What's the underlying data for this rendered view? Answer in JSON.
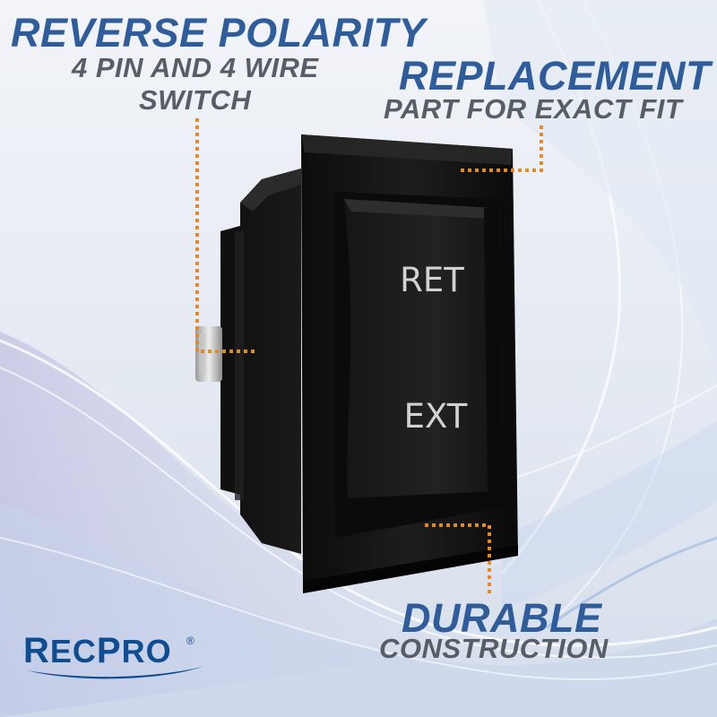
{
  "callouts": {
    "reverse": {
      "title": "REVERSE POLARITY",
      "line1": "4 PIN AND 4 WIRE",
      "line2": "SWITCH"
    },
    "replacement": {
      "title": "REPLACEMENT",
      "subtitle": "PART FOR EXACT FIT"
    },
    "durable": {
      "title": "DURABLE",
      "subtitle": "CONSTRUCTION"
    }
  },
  "switch": {
    "top_label": "RET",
    "bottom_label": "EXT"
  },
  "brand": {
    "name_cap_1": "R",
    "name_rest_1": "EC",
    "name_cap_2": "P",
    "name_rest_2": "RO",
    "reg_mark": "®"
  },
  "colors": {
    "title_blue": "#2f5d9c",
    "subtitle_gray": "#585e66",
    "leader_orange": "#e08a2e",
    "switch_black": "#141414",
    "logo_blue": "#0f4d93"
  }
}
